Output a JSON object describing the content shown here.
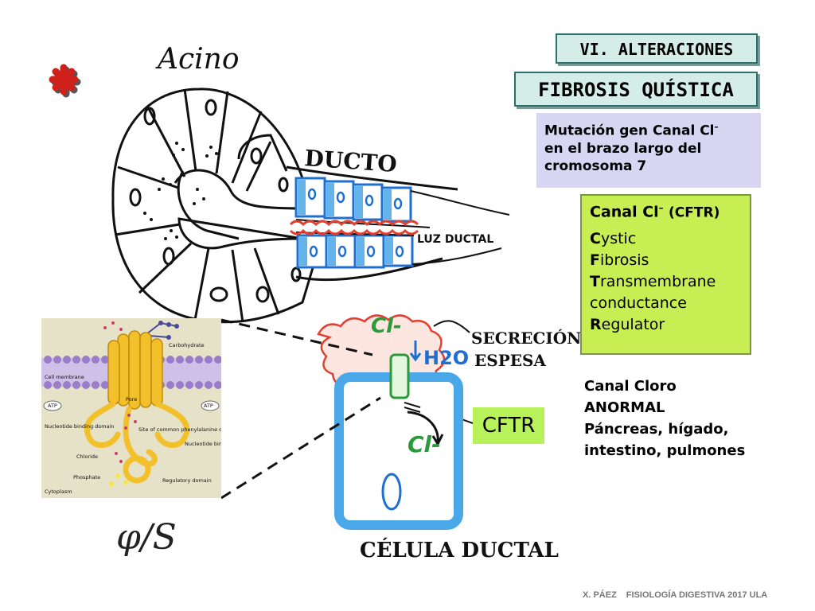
{
  "tags": {
    "alteraciones": "VI. ALTERACIONES",
    "fibrosis": "FIBROSIS QUÍSTICA"
  },
  "mutacion": {
    "line1": "Mutación gen Canal Cl",
    "sup": "–",
    "line2": "en el brazo largo del",
    "line3": "cromosoma 7"
  },
  "cftr_box": {
    "head": "Canal Cl",
    "head_sup": "–",
    "head_small": "(CFTR)",
    "acronym": [
      {
        "initial": "C",
        "rest": "ystic"
      },
      {
        "initial": "F",
        "rest": "ibrosis"
      },
      {
        "initial": "T",
        "rest": "ransmembrane"
      },
      {
        "initial": "",
        "rest": "conductance"
      },
      {
        "initial": "R",
        "rest": "egulator"
      }
    ]
  },
  "canal_cloro": {
    "line1": "Canal Cloro",
    "line2": "ANORMAL",
    "line3": "Páncreas, hígado,",
    "line4": "intestino, pulmones"
  },
  "cftr_label": "CFTR",
  "diagram": {
    "acino": "Acino",
    "ducto": "DUCTO",
    "luz_ductal": "LUZ DUCTAL",
    "secrecion": "SECRECIÓN",
    "espesa": "ESPESA",
    "celula_ductal": "CÉLULA DUCTAL",
    "cl_top": "Cl-",
    "h2o": "H2O",
    "cl_bottom": "Cl-",
    "phi": "φ/S"
  },
  "inset": {
    "carbohydrate": "Carbohydrate",
    "cell_membrane": "Cell membrane",
    "pore": "Pore",
    "atp_left": "ATP",
    "atp_right": "ATP",
    "nbd_left": "Nucleotide binding domain",
    "site": "Site of common phenylalanine deletion",
    "nbd_right": "Nucleotide binding domain",
    "chloride": "Chloride",
    "phosphate": "Phosphate",
    "regulatory": "Regulatory domain",
    "cytoplasm": "Cytoplasm"
  },
  "footer": {
    "author": "X. PÁEZ",
    "course": "FISIOLOGÍA DIGESTIVA 2017 ULA"
  },
  "colors": {
    "tag_bg": "#d4ede8",
    "mutacion_bg": "#d8d6f2",
    "cftr_box_bg": "#c7ee52",
    "cftr_label_bg": "#b7f25a",
    "ductal_cell_blue": "#4aa8e8",
    "mucus_red": "#e04030",
    "asterisk_red": "#d0201a"
  }
}
